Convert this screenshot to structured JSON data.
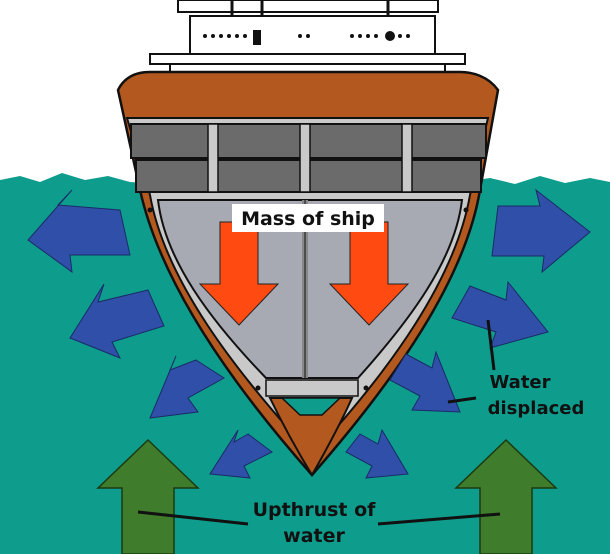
{
  "labels": {
    "mass": "Mass of ship",
    "water_line1": "Water",
    "water_line2": "displaced",
    "upthrust_line1": "Upthrust of",
    "upthrust_line2": "water"
  },
  "colors": {
    "sky": "#ffffff",
    "water": "#0e9d8d",
    "hull_rim": "#b3581e",
    "hull_frame": "#c9c9c9",
    "hold_interior": "#a7a9b3",
    "deck_band": "#6b6b6b",
    "superstructure": "#ffffff",
    "mass_arrow": "#ff4a12",
    "displaced_arrow": "#2f4fa8",
    "upthrust_arrow": "#3f7d2c",
    "leader_line": "#111111"
  }
}
